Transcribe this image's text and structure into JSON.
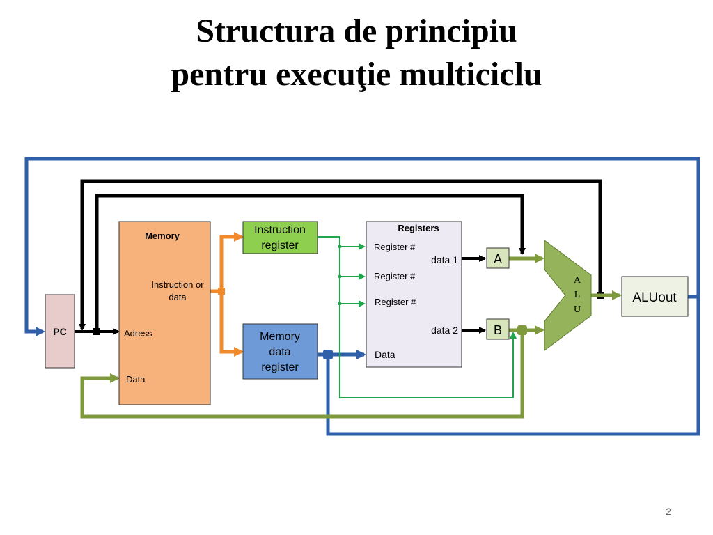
{
  "slide": {
    "title_line1": "Structura de principiu",
    "title_line2": "pentru execuţie multiciclu",
    "page_number": "2"
  },
  "diagram": {
    "pc": "PC",
    "memory": {
      "title": "Memory",
      "instr_line1": "Instruction or",
      "instr_line2": "data",
      "address": "Adress",
      "data": "Data"
    },
    "instruction_register": {
      "line1": "Instruction",
      "line2": "register"
    },
    "memory_data_register": {
      "line1": "Memory",
      "line2": "data",
      "line3": "register"
    },
    "registers": {
      "title": "Registers",
      "reg1": "Register #",
      "reg2": "Register #",
      "reg3": "Register #",
      "data1": "data 1",
      "data2": "data 2",
      "data_in": "Data"
    },
    "a": "A",
    "b": "B",
    "alu": {
      "l1": "A",
      "l2": "L",
      "l3": "U"
    },
    "aluout": "ALUout"
  },
  "colors": {
    "blue_bus": "#2e5fa8",
    "black_bus": "#000000",
    "orange_bus": "#f08a2a",
    "olive_bus": "#7f9a3c",
    "green_line": "#1fa54b",
    "memory_fill": "#f7b27b",
    "ir_fill": "#8fcf4f",
    "mdr_fill": "#6e9bd8",
    "registers_fill": "#eeeaf4",
    "ab_fill": "#d8e4bc",
    "alu_fill": "#95b35a",
    "pc_fill": "#e8cccc"
  }
}
